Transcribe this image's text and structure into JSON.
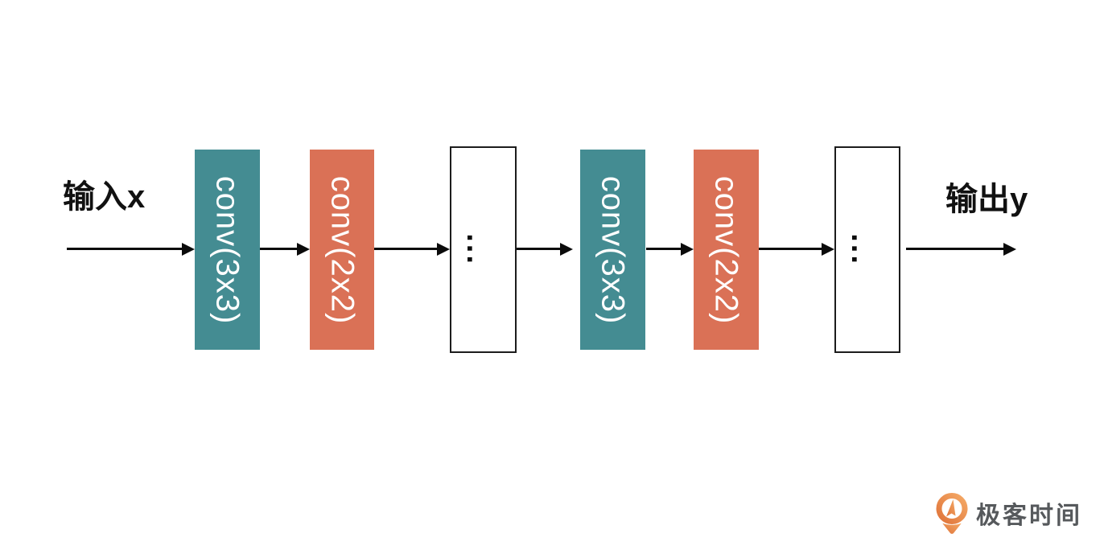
{
  "diagram": {
    "input_label": "输入x",
    "output_label": "输出y",
    "nodes": [
      {
        "id": "conv-1",
        "type": "conv",
        "label": "conv(3x3)",
        "color": "#448C92"
      },
      {
        "id": "conv-2",
        "type": "conv",
        "label": "conv(2x2)",
        "color": "#DA7156"
      },
      {
        "id": "ellipsis-1",
        "type": "ellipsis",
        "label": "..."
      },
      {
        "id": "conv-3",
        "type": "conv",
        "label": "conv(3x3)",
        "color": "#448C92"
      },
      {
        "id": "conv-4",
        "type": "conv",
        "label": "conv(2x2)",
        "color": "#DA7156"
      },
      {
        "id": "ellipsis-2",
        "type": "ellipsis",
        "label": "..."
      }
    ]
  },
  "colors": {
    "teal": "#448C92",
    "orange": "#DA7156",
    "arrow": "#0B0B0B",
    "box_border": "#1C1C1C",
    "background": "#FFFFFF"
  },
  "branding": {
    "logo_text": "极客时间",
    "logo_text_color": "#56595C",
    "logo_icon": "geektime-pin-icon",
    "logo_orange_light": "#F4A966",
    "logo_orange_dark": "#E0743A"
  }
}
